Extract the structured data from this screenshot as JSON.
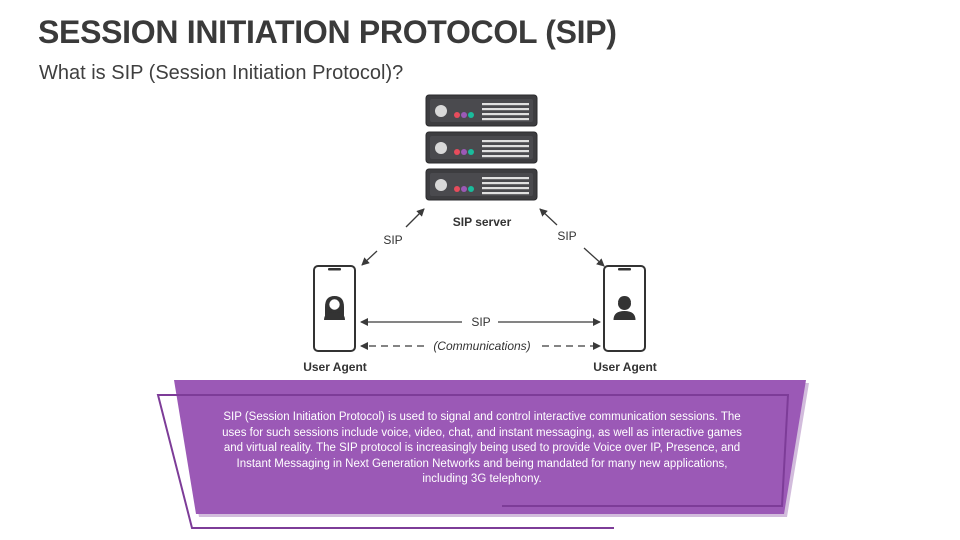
{
  "header": {
    "title": "SESSION INITIATION PROTOCOL (SIP)",
    "subtitle": "What is SIP (Session Initiation Protocol)?"
  },
  "diagram": {
    "server_label": "SIP server",
    "left_link_label": "SIP",
    "right_link_label": "SIP",
    "agent_link_label": "SIP",
    "communications_label": "(Communications)",
    "left_agent_label": "User Agent",
    "right_agent_label": "User Agent"
  },
  "description": {
    "text": "SIP (Session Initiation Protocol) is used to signal and control interactive communication sessions. The uses for such sessions include voice, video, chat, and instant messaging, as well as interactive games and virtual reality. The SIP protocol is increasingly being used to provide Voice over IP, Presence, and Instant Messaging in Next Generation Networks and being mandated for many new applications, including 3G telephony."
  },
  "colors": {
    "accent_purple": "#9b59b6",
    "accent_purple_dark": "#7d3c98",
    "server_body": "#3d3d40",
    "dot_red": "#e74c5c",
    "dot_purple": "#9b59b6",
    "dot_teal": "#1abc9c"
  }
}
